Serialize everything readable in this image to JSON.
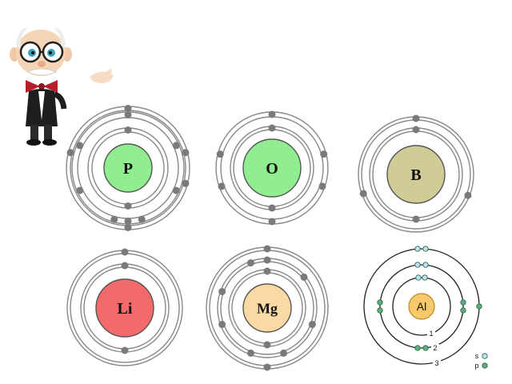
{
  "atoms": [
    {
      "symbol": "P",
      "nucleus_color": "#90ee90",
      "shell_electrons": [
        2,
        8,
        5
      ]
    },
    {
      "symbol": "O",
      "nucleus_color": "#90ee90",
      "shell_electrons": [
        2,
        6
      ]
    },
    {
      "symbol": "B",
      "nucleus_color": "#cfcc98",
      "shell_electrons": [
        2,
        3
      ]
    },
    {
      "symbol": "Li",
      "nucleus_color": "#f26a6a",
      "shell_electrons": [
        2,
        1
      ]
    },
    {
      "symbol": "Mg",
      "nucleus_color": "#fbd9a4",
      "shell_electrons": [
        2,
        8,
        2
      ]
    },
    {
      "symbol": "Al",
      "nucleus_color": "#f7c96b",
      "shell_electrons": [
        2,
        8,
        3
      ]
    }
  ],
  "al_detail": {
    "shell_labels": [
      "1",
      "2",
      "3"
    ],
    "legend": [
      {
        "label": "s",
        "color": "#bde4f2"
      },
      {
        "label": "p",
        "color": "#5fae7f"
      }
    ]
  },
  "colors": {
    "shell_line": "#888888",
    "electron": "#7a7a7a",
    "al_shell_line": "#222222"
  },
  "mascot": "professor-cartoon"
}
